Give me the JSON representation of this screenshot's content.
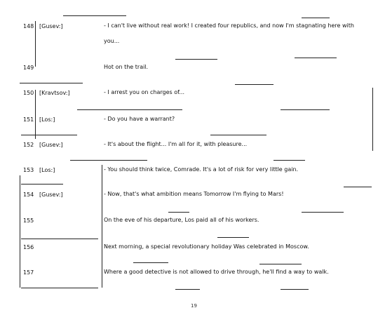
{
  "rows": [
    {
      "num": "148",
      "speaker": "[Gusev:]",
      "text": "- I can't live without real work! I created four republics, and now I'm stagnating here with you..."
    },
    {
      "num": "149",
      "speaker": "",
      "text": "Hot on the trail."
    },
    {
      "num": "150",
      "speaker": "[Kravtsov:]",
      "text": "- I arrest you on charges of..."
    },
    {
      "num": "151",
      "speaker": "[Los:]",
      "text": "- Do you have a warrant?"
    },
    {
      "num": "152",
      "speaker": "[Gusev:]",
      "text": "- It's about the flight... I'm all for it, with pleasure..."
    },
    {
      "num": "153",
      "speaker": "[Los:]",
      "text": "- You should think twice, Comrade. It's a lot of risk for very little gain."
    },
    {
      "num": "154",
      "speaker": "[Gusev:]",
      "text": "- Now, that's what ambition means Tomorrow I'm flying to Mars!"
    },
    {
      "num": "155",
      "speaker": "",
      "text": "On the eve of his departure, Los paid all of his workers."
    },
    {
      "num": "156",
      "speaker": "",
      "text": "Next morning, a special revolutionary holiday Was celebrated in Moscow."
    },
    {
      "num": "157",
      "speaker": "",
      "text": "Where a good detective is not allowed to drive through, he'll find a way to walk."
    }
  ],
  "page_number": "19"
}
